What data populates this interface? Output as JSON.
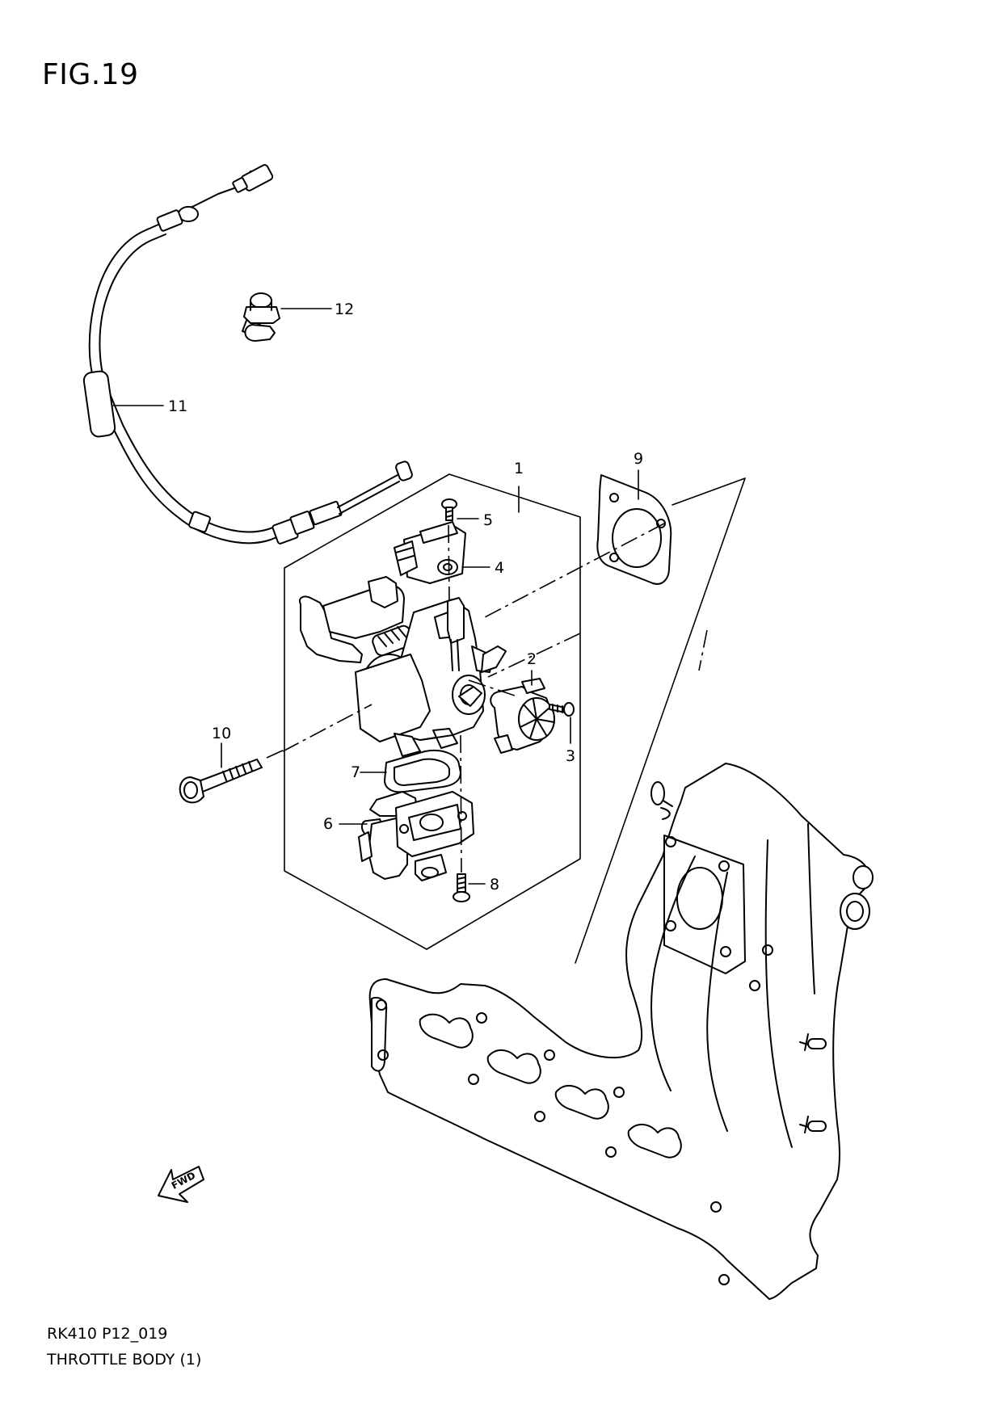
{
  "figure": {
    "title": "FIG.19"
  },
  "footer": {
    "code": "RK410 P12_019",
    "name": "THROTTLE BODY (1)"
  },
  "direction_badge": {
    "text": "FWD"
  },
  "callouts": [
    {
      "id": "1",
      "label": "1"
    },
    {
      "id": "2",
      "label": "2"
    },
    {
      "id": "3",
      "label": "3"
    },
    {
      "id": "4",
      "label": "4"
    },
    {
      "id": "5",
      "label": "5"
    },
    {
      "id": "6",
      "label": "6"
    },
    {
      "id": "7",
      "label": "7"
    },
    {
      "id": "8",
      "label": "8"
    },
    {
      "id": "9",
      "label": "9"
    },
    {
      "id": "10",
      "label": "10"
    },
    {
      "id": "11",
      "label": "11"
    },
    {
      "id": "12",
      "label": "12"
    }
  ]
}
